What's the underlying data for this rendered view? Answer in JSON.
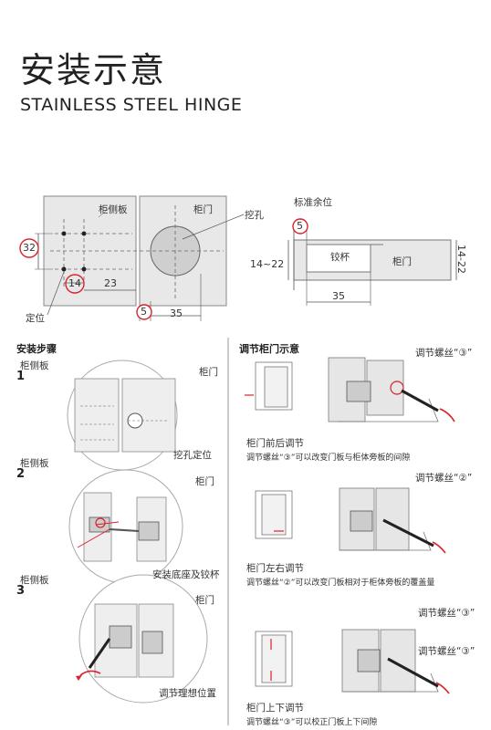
{
  "header": {
    "title_cn": "安装示意",
    "title_en": "STAINLESS STEEL HINGE"
  },
  "diagram_top": {
    "side_panel_label": "柜侧板",
    "door_label": "柜门",
    "hole_label": "挖孔",
    "position_label": "定位",
    "dim_32": "32",
    "dim_14": "14",
    "dim_23": "23",
    "dim_5": "5",
    "dim_35": "35"
  },
  "diagram_section": {
    "margin_label": "标准余位",
    "dim_5": "5",
    "cup_label": "铰杯",
    "door_label": "柜门",
    "thickness_left": "14~22",
    "thickness_right": "14-22",
    "dim_35": "35"
  },
  "install": {
    "heading": "安装步骤",
    "step1": {
      "num": "1",
      "side_panel": "柜侧板",
      "door": "柜门",
      "hole_pos": "挖孔定位"
    },
    "step2": {
      "num": "2",
      "side_panel": "柜侧板",
      "door": "柜门",
      "caption": "安装底座及铰杯"
    },
    "step3": {
      "num": "3",
      "side_panel": "柜侧板",
      "door": "柜门",
      "caption": "调节理想位置"
    }
  },
  "adjust": {
    "heading": "调节柜门示意",
    "a1": {
      "screw": "调节螺丝“③”",
      "title": "柜门前后调节",
      "desc": "调节螺丝“③”可以改变门板与柜体旁板的间隙"
    },
    "a2": {
      "screw": "调节螺丝“②”",
      "title": "柜门左右调节",
      "desc": "调节螺丝“②”可以改变门板相对于柜体旁板的覆盖量"
    },
    "a3": {
      "screw1": "调节螺丝“③”",
      "screw2": "调节螺丝“③”",
      "title": "柜门上下调节",
      "desc": "调节螺丝“③”可以校正门板上下间隙"
    }
  },
  "colors": {
    "accent": "#d9232d",
    "panel": "#e8e8e8",
    "line": "#555555"
  }
}
